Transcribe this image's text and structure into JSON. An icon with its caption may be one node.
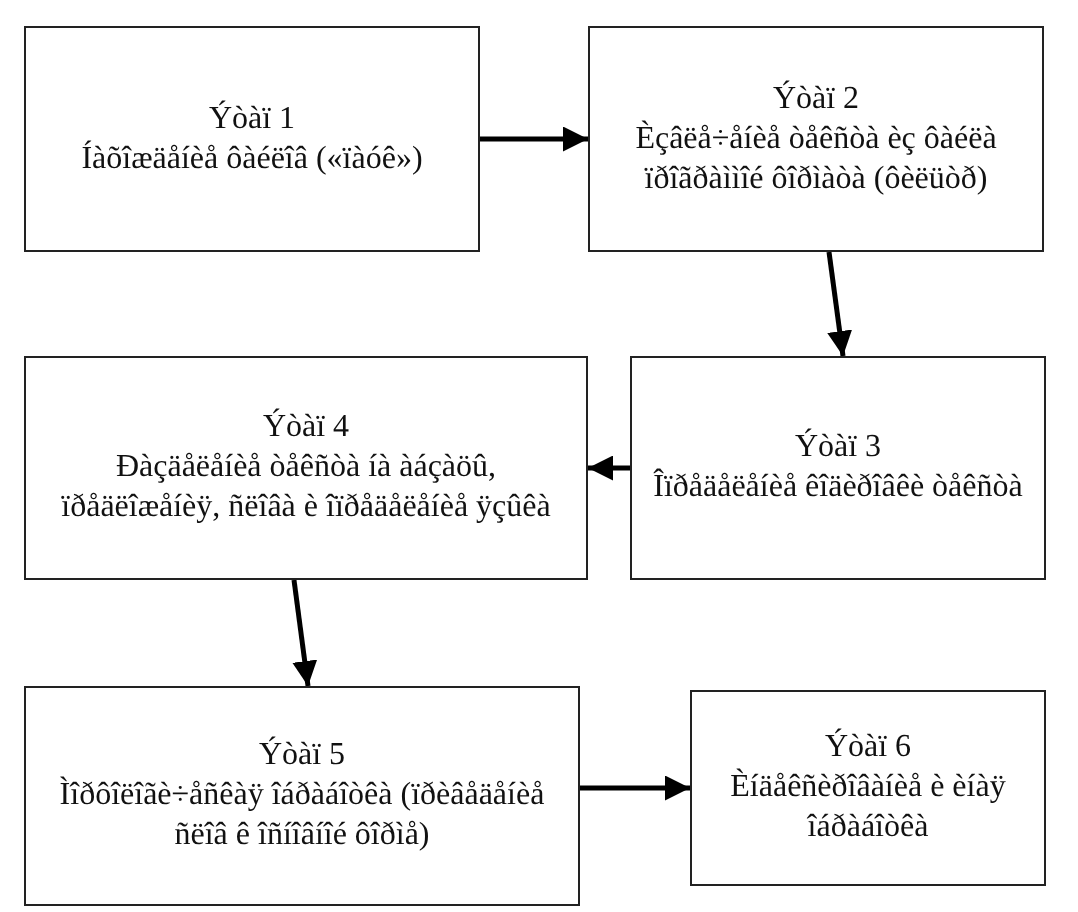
{
  "diagram": {
    "nodes": [
      {
        "text": [
          "Ýòàï 1",
          "Íàõîæäåíèå ôàéëîâ («ïàóê»)"
        ]
      },
      {
        "text": [
          "Ýòàï 2",
          "Èçâëå÷åíèå òåêñòà èç ôàéëà ïðîãðàììîé ôîðìàòà (ôèëüòð)"
        ]
      },
      {
        "text": [
          "Ýòàï 3",
          "Îïðåäåëåíèå êîäèðîâêè òåêñòà"
        ]
      },
      {
        "text": [
          "Ýòàï 4",
          "Ðàçäåëåíèå òåêñòà íà àáçàöû, ïðåäëîæåíèÿ, ñëîâà è îïðåäåëåíèå ÿçûêà"
        ]
      },
      {
        "text": [
          "Ýòàï 5",
          "Ìîðôîëîãè÷åñêàÿ îáðàáîòêà (ïðèâåäåíèå ñëîâ ê îñíîâíîé ôîðìå)"
        ]
      },
      {
        "text": [
          "Ýòàï 6",
          "Èíäåêñèðîâàíèå è èíàÿ îáðàáîòêà"
        ]
      }
    ],
    "edges": [
      {
        "from": 0,
        "to": 1,
        "arrow": "to"
      },
      {
        "from": 1,
        "to": 2,
        "arrow": "to"
      },
      {
        "from": 2,
        "to": 3,
        "arrow": "to"
      },
      {
        "from": 3,
        "to": 4,
        "arrow": "to"
      },
      {
        "from": 4,
        "to": 5,
        "arrow": "to"
      }
    ]
  }
}
